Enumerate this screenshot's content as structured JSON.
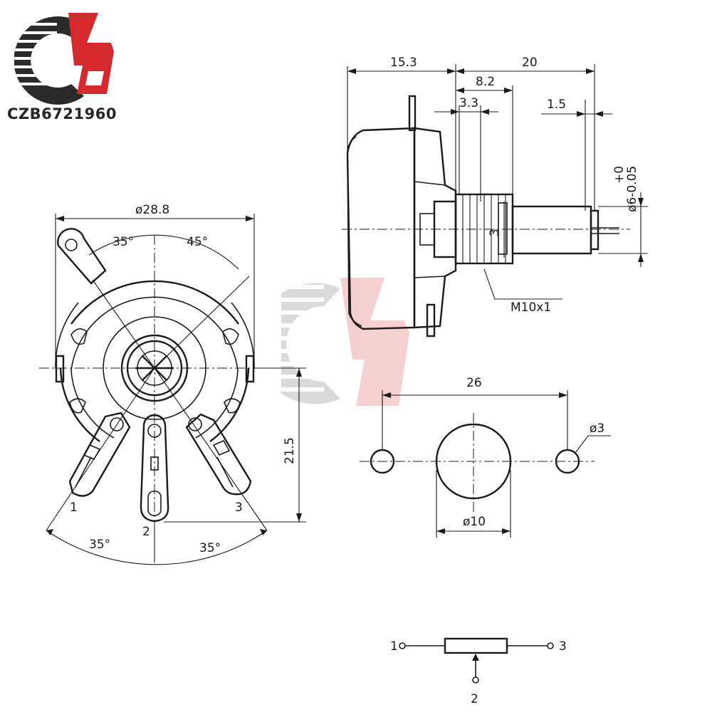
{
  "brand": {
    "text": "CZB6721960",
    "colors": {
      "dark": "#2b2b2b",
      "red": "#d42a2f",
      "stripe_light": "#cfcfcf"
    }
  },
  "front_view": {
    "diameter_label": "ø28.8",
    "angle_top_left": "35°",
    "angle_top_right": "45°",
    "height_label": "21.5",
    "terminal_1": "1",
    "terminal_2": "2",
    "terminal_3": "3",
    "angle_bottom_left": "35°",
    "angle_bottom_right": "35°"
  },
  "side_view": {
    "dim_body": "15.3",
    "dim_total": "20",
    "dim_bushing": "8.2",
    "dim_flat": "3.3",
    "dim_slot": "1.5",
    "dim_shaft": "ø6-0.05",
    "dim_shaft_tol": "+0",
    "dim_key": "3",
    "thread_label": "M10x1"
  },
  "mounting_view": {
    "dim_spacing": "26",
    "dim_hole": "ø3",
    "dim_bore": "ø10"
  },
  "schematic": {
    "pin_1": "1",
    "pin_2": "2",
    "pin_3": "3"
  }
}
